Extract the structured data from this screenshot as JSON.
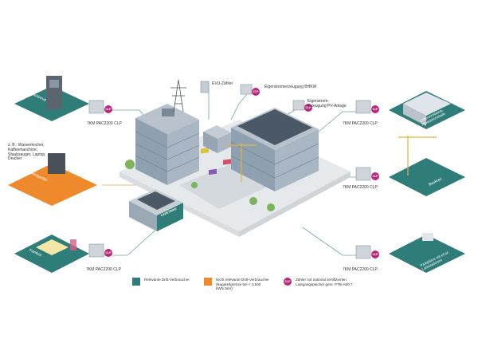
{
  "colors": {
    "relevant": "#2f7d79",
    "not_relevant": "#ee8a2c",
    "clp": "#b8287c",
    "line_relevant": "#6aa7a3",
    "line_not_relevant": "#ee9b4a"
  },
  "tiles": {
    "getraenkeautomat": "Getränkeautomat",
    "elektrokleingeraete": "Elektrokleingeräte",
    "kantine": "Kantine",
    "produktionshalle": "Untervermietete Produktionshalle",
    "baukran": "Baukran",
    "ladestationen": "Parkplätze mit eCar-Ladestationen"
  },
  "meter_label": "7KM PAC2200 CLP",
  "clp_badge": "CLP",
  "device_note": "z. B.: Wasserkocher, Kaffeemaschine, Staubsauger, Laptop, Drucker",
  "infra": {
    "evu": "EVU-Zähler",
    "bhkw": "Eigenstromerzeugung BHKW",
    "pv": "Eigenstrom- erzeugung PV-Anlage"
  },
  "building_sign": "CAFETERIA",
  "legend": {
    "relevant": "Relevante Dritt-Verbraucher",
    "not_relevant": "Nicht relevante Dritt-Verbraucher (Bagatellgrenze bei < 3.500 kWh/Jahr)",
    "clp": "Zähler mit national zertifizierten Lastgangspeicher gem. PTB-A50.7"
  }
}
